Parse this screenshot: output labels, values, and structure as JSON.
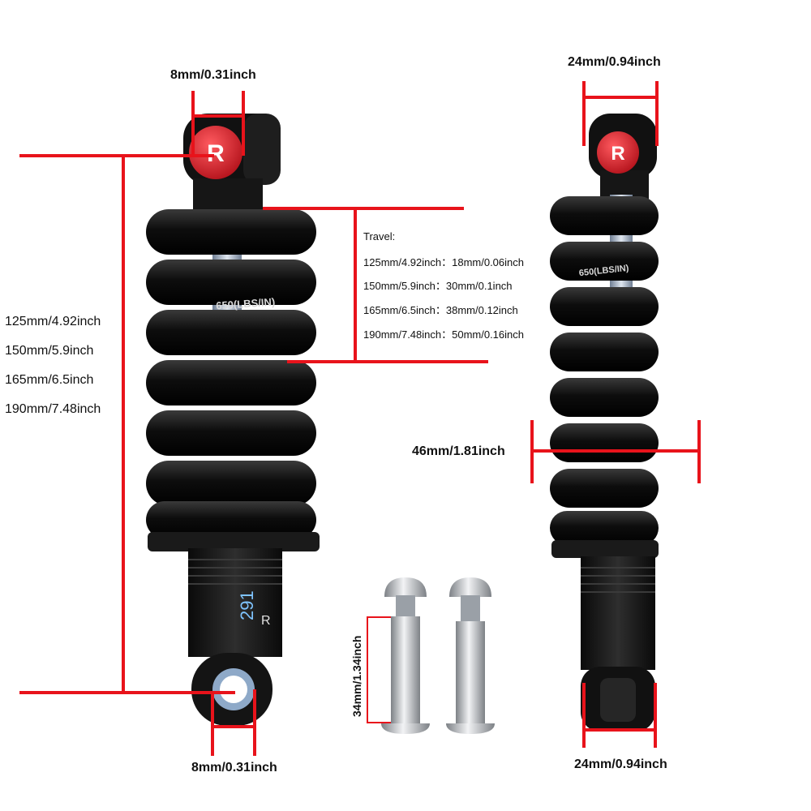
{
  "labels": {
    "eye_top_left": "8mm/0.31inch",
    "eye_bottom_left": "8mm/0.31inch",
    "width_top_right": "24mm/0.94inch",
    "width_bottom_right": "24mm/0.94inch",
    "spring_diameter": "46mm/1.81inch",
    "bolt_length": "34mm/1.34inch",
    "spring_rate": "650(LBS/IN)",
    "lengths": [
      "125mm/4.92inch",
      "150mm/5.9inch",
      "165mm/6.5inch",
      "190mm/7.48inch"
    ],
    "travel_title": "Travel:",
    "travel": [
      "125mm/4.92inch：18mm/0.06inch",
      "150mm/5.9inch：30mm/0.1inch",
      "165mm/6.5inch：38mm/0.12inch",
      "190mm/7.48inch：50mm/0.16inch"
    ],
    "body_text": "291",
    "body_letter": "R"
  },
  "colors": {
    "measure_line": "#e8131b",
    "spring": "#141414",
    "adjuster_knob": "#d8222c",
    "shaft": "#9aa9bd",
    "bolt": "#b8bcc2"
  }
}
